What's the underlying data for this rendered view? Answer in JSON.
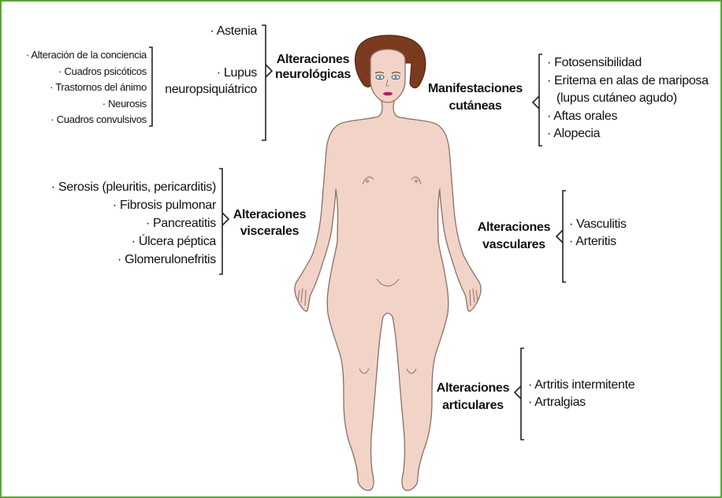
{
  "colors": {
    "frame": "#5da33c",
    "skin": "#f2d3c7",
    "skin_outline": "#8a6f66",
    "hair": "#7a3a1f",
    "text": "#111111"
  },
  "neuro": {
    "heading": [
      "Alteraciones",
      "neurológicas"
    ],
    "astenia": "· Astenia",
    "lupus": [
      "· Lupus",
      "neuropsiquiátrico"
    ],
    "sublist": [
      "· Alteración de la conciencia",
      "· Cuadros psicóticos",
      "· Trastornos del ánimo",
      "· Neurosis",
      "· Cuadros convulsivos"
    ]
  },
  "cutaneous": {
    "heading": [
      "Manifestaciones",
      "cutáneas"
    ],
    "items": [
      "· Fotosensibilidad",
      "· Eritema en alas de mariposa",
      "(lupus cutáneo agudo)",
      "· Aftas orales",
      "· Alopecia"
    ]
  },
  "visceral": {
    "heading": [
      "Alteraciones",
      "viscerales"
    ],
    "items": [
      "· Serosis (pleuritis, pericarditis)",
      "· Fibrosis pulmonar",
      "· Pancreatitis",
      "· Úlcera péptica",
      "· Glomerulonefritis"
    ]
  },
  "vascular": {
    "heading": [
      "Alteraciones",
      "vasculares"
    ],
    "items": [
      "· Vasculitis",
      "· Arteritis"
    ]
  },
  "articular": {
    "heading": [
      "Alteraciones",
      "articulares"
    ],
    "items": [
      "· Artritis intermitente",
      "· Artralgias"
    ]
  }
}
